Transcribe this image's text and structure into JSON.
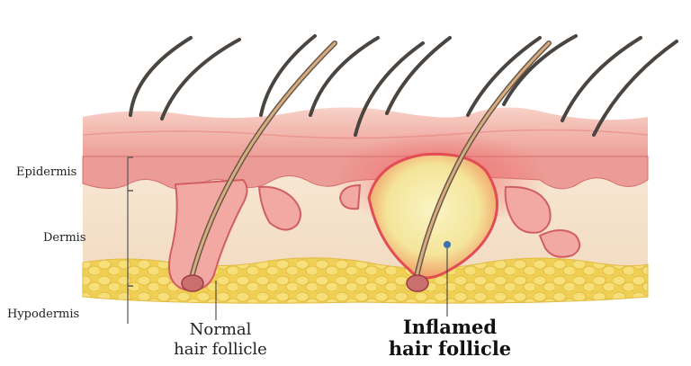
{
  "layers": {
    "epidermis": "Epidermis",
    "dermis": "Dermis",
    "hypodermis": "Hypodermis"
  },
  "captions": {
    "normal_line1": "Normal",
    "normal_line2": "hair follicle",
    "inflamed_line1": "Inflamed",
    "inflamed_line2": "hair follicle"
  },
  "colors": {
    "skin_surface": "#f2b6ae",
    "epidermis": "#e98f8a",
    "dermis": "#f6e4cf",
    "hypodermis_fat": "#f3d66a",
    "inflammation": "#f4e9a8",
    "hair": "#4a4540",
    "hair_shaft": "#c89a6a"
  }
}
